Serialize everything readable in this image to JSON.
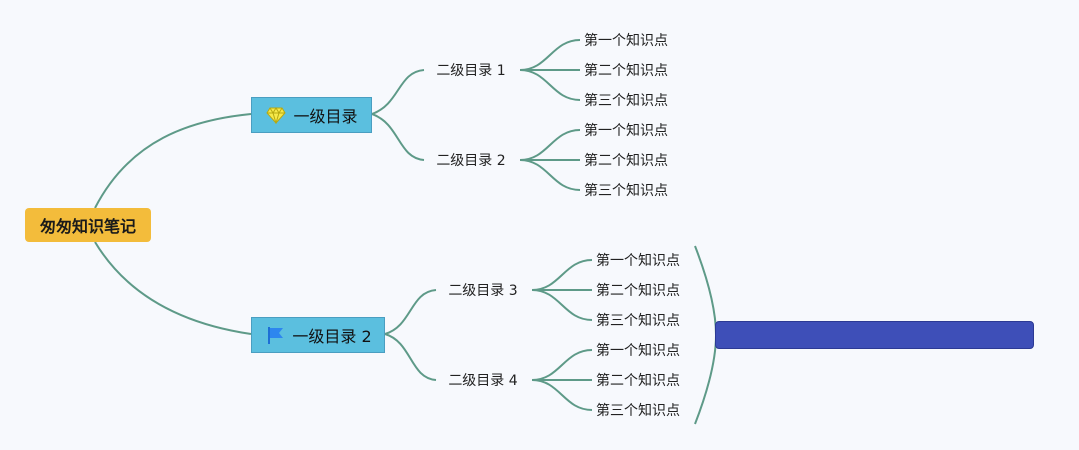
{
  "colors": {
    "background": "#f7f9fd",
    "connector": "#5e9a88",
    "root_fill": "#f3bc3b",
    "branch_fill": "#5bbfdf",
    "summary_fill": "#3e4fb8"
  },
  "root": {
    "label": "匆匆知识笔记"
  },
  "branches": [
    {
      "label": "一级目录",
      "icon": "diamond-icon",
      "children": [
        {
          "label": "二级目录 1",
          "items": [
            "第一个知识点",
            "第二个知识点",
            "第三个知识点"
          ]
        },
        {
          "label": "二级目录 2",
          "items": [
            "第一个知识点",
            "第二个知识点",
            "第三个知识点"
          ]
        }
      ]
    },
    {
      "label": "一级目录 2",
      "icon": "flag-icon",
      "children": [
        {
          "label": "二级目录 3",
          "items": [
            "第一个知识点",
            "第二个知识点",
            "第三个知识点"
          ]
        },
        {
          "label": "二级目录 4",
          "items": [
            "第一个知识点",
            "第二个知识点",
            "第三个知识点"
          ]
        }
      ]
    }
  ],
  "summary": {
    "label": ""
  }
}
